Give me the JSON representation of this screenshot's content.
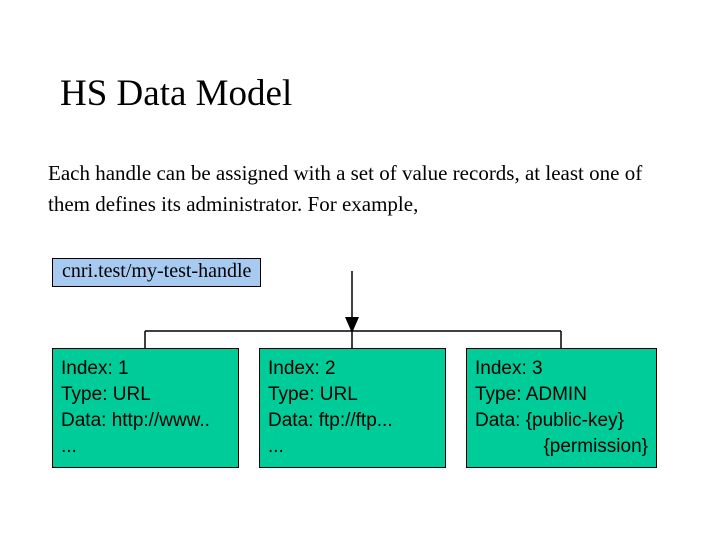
{
  "slide": {
    "title": "HS Data Model",
    "body": "Each handle can be assigned with a set of value records, at least one of them defines its administrator. For example,",
    "handle": {
      "label": "cnri.test/my-test-handle"
    },
    "records": [
      {
        "lines": [
          "Index: 1",
          "Type: URL",
          "Data: http://www..",
          "..."
        ]
      },
      {
        "lines": [
          "Index: 2",
          "Type: URL",
          "Data: ftp://ftp...",
          "..."
        ]
      },
      {
        "lines": [
          "Index: 3",
          "Type: ADMIN",
          "Data: {public-key}",
          "{permission}"
        ]
      }
    ],
    "colors": {
      "record_fill": "#00CC99",
      "handle_fill": "#A6CAF0",
      "connector": "#000000",
      "background": "#FFFFFF"
    }
  }
}
